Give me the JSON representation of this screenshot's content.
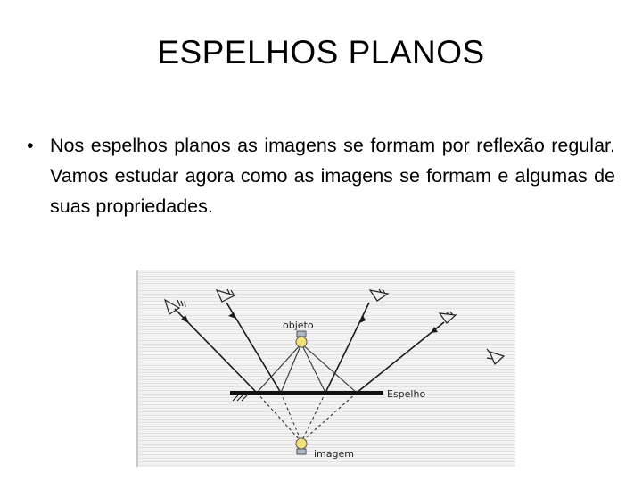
{
  "slide": {
    "title": "ESPELHOS PLANOS",
    "bullet_symbol": "•",
    "bullet_text": "Nos espelhos planos as imagens se formam por reflexão regular. Vamos estudar agora como as imagens se formam e algumas de suas propriedades."
  },
  "figure": {
    "object_label": "objeto",
    "mirror_label": "Espelho",
    "image_label": "imagem",
    "background_color": "#f2f2f2",
    "stripe_color": "#e2e2e2",
    "ray_color": "#1a1a1a",
    "lamp_color": "#f3e27a"
  }
}
